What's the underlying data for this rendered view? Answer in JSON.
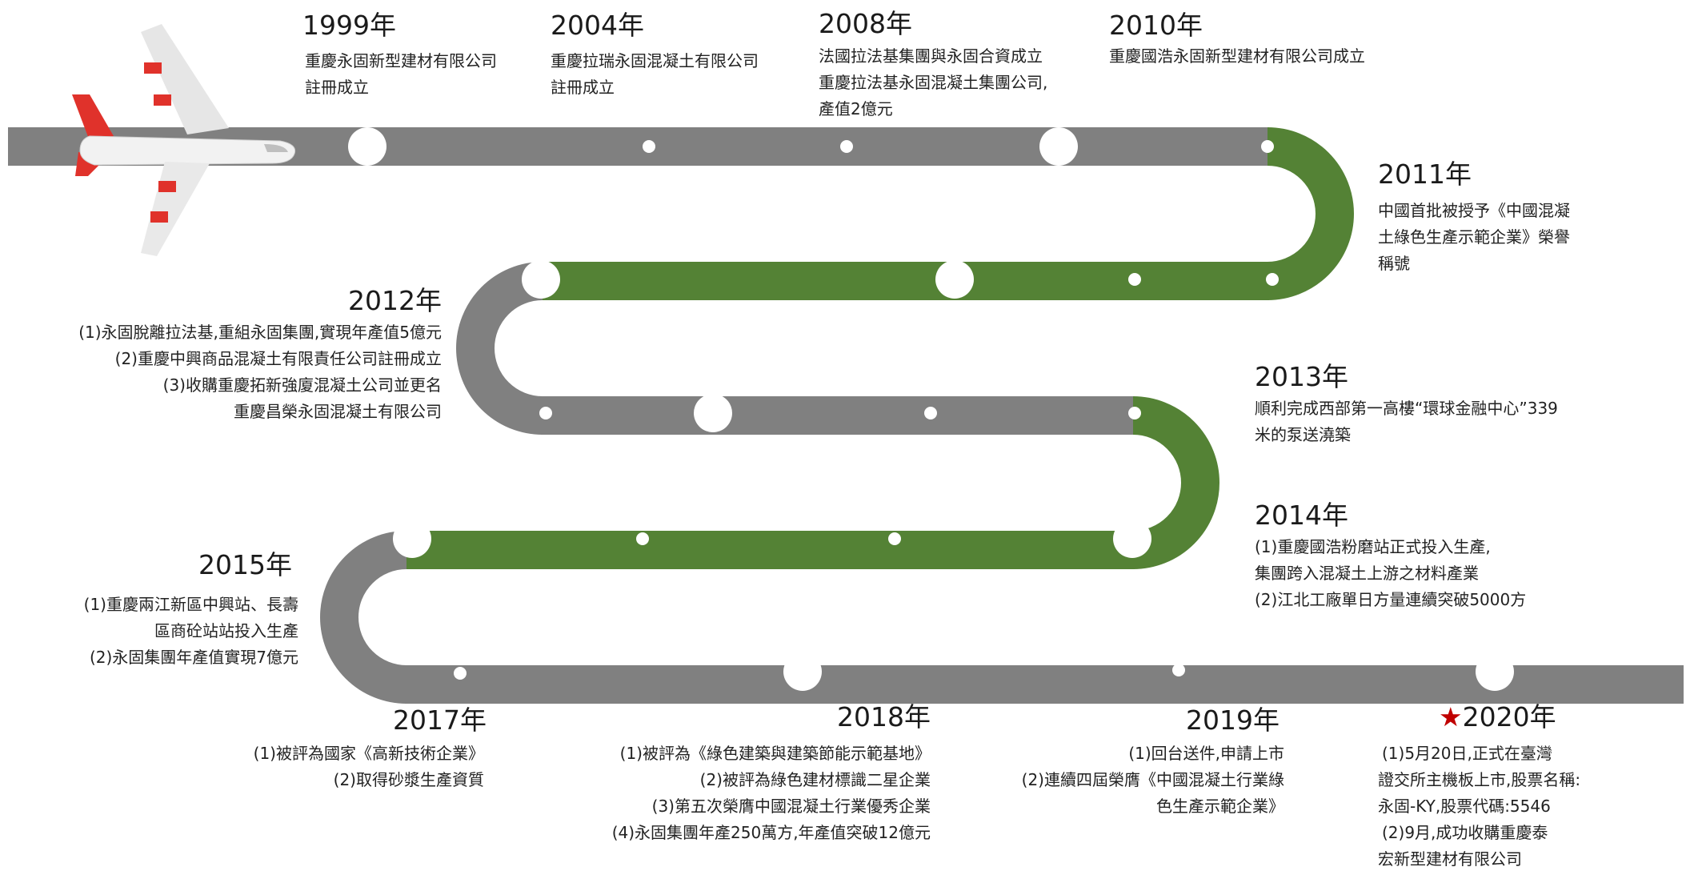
{
  "colors": {
    "road_gray": "#808080",
    "road_green": "#548235",
    "dot": "#ffffff",
    "plane_red": "#e0322b"
  },
  "icons": {
    "plane": "airplane-icon",
    "star": "red-star-icon"
  },
  "milestones": [
    {
      "id": "m1999",
      "year": "1999年",
      "lines": [
        "重慶永固新型建材有限公司",
        "註冊成立"
      ]
    },
    {
      "id": "m2004",
      "year": "2004年",
      "lines": [
        "重慶拉瑞永固混凝土有限公司",
        "註冊成立"
      ]
    },
    {
      "id": "m2008",
      "year": "2008年",
      "lines": [
        "法國拉法基集團與永固合資成立",
        "重慶拉法基永固混凝土集團公司,",
        "產值2億元"
      ]
    },
    {
      "id": "m2010",
      "year": "2010年",
      "lines": [
        "重慶國浩永固新型建材有限公司成立"
      ]
    },
    {
      "id": "m2011",
      "year": "2011年",
      "lines": [
        "中國首批被授予《中國混凝",
        "土綠色生產示範企業》榮譽",
        "稱號"
      ]
    },
    {
      "id": "m2012",
      "year": "2012年",
      "lines": [
        "(1)永固脫離拉法基,重組永固集團,實現年產值5億元",
        "(2)重慶中興商品混凝土有限責任公司註冊成立",
        "(3)收購重慶拓新強廈混凝土公司並更名",
        "重慶昌榮永固混凝土有限公司"
      ]
    },
    {
      "id": "m2013",
      "year": "2013年",
      "lines": [
        "順利完成西部第一高樓“環球金融中心”339",
        "米的泵送澆築"
      ]
    },
    {
      "id": "m2014",
      "year": "2014年",
      "lines": [
        "(1)重慶國浩粉磨站正式投入生產,",
        "集團跨入混凝土上游之材料產業",
        "(2)江北工廠單日方量連續突破5000方"
      ]
    },
    {
      "id": "m2015",
      "year": "2015年",
      "lines": [
        "(1)重慶兩江新區中興站、長壽",
        "區商砼站站投入生產",
        "(2)永固集團年產值實現7億元"
      ]
    },
    {
      "id": "m2017",
      "year": "2017年",
      "lines": [
        "(1)被評為國家《高新技術企業》",
        "(2)取得砂漿生產資質"
      ]
    },
    {
      "id": "m2018",
      "year": "2018年",
      "lines": [
        "(1)被評為《綠色建築與建築節能示範基地》",
        "(2)被評為綠色建材標識二星企業",
        "(3)第五次榮膺中國混凝土行業優秀企業",
        "(4)永固集團年產250萬方,年產值突破12億元"
      ]
    },
    {
      "id": "m2019",
      "year": "2019年",
      "lines": [
        "(1)回台送件,申請上市",
        "(2)連續四屆榮膺《中國混凝土行業綠",
        "色生產示範企業》"
      ]
    },
    {
      "id": "m2020",
      "star": "★",
      "year": "2020年",
      "lines": [
        "(1)5月20日,正式在臺灣",
        "證交所主機板上市,股票名稱:",
        "永固-KY,股票代碼:5546",
        "(2)9月,成功收購重慶泰",
        "宏新型建材有限公司"
      ]
    }
  ]
}
